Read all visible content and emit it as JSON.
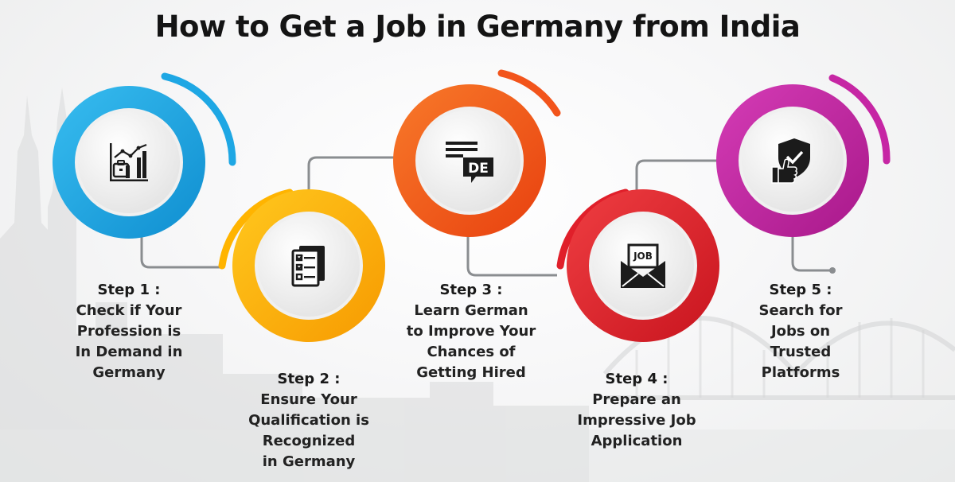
{
  "title": "How to Get a Job in Germany from India",
  "colors": {
    "step1": "#1ea7e4",
    "step2": "#ffb400",
    "step3": "#f2541b",
    "step4": "#e01f2a",
    "step5": "#c626a4",
    "connector": "#8a8d90",
    "icon": "#1b1b1b"
  },
  "steps": [
    {
      "label": "Step 1 :",
      "description": "Check if Your\nProfession is\nIn Demand in\nGermany",
      "icon": "chart-briefcase-icon"
    },
    {
      "label": "Step 2 :",
      "description": "Ensure Your\nQualification is\nRecognized\nin Germany",
      "icon": "checklist-document-icon"
    },
    {
      "label": "Step 3 :",
      "description": "Learn German\nto Improve Your\nChances of\nGetting Hired",
      "icon": "language-chat-icon"
    },
    {
      "label": "Step 4 :",
      "description": "Prepare an\nImpressive Job\nApplication",
      "icon": "job-envelope-icon"
    },
    {
      "label": "Step 5 :",
      "description": "Search for\nJobs on\nTrusted\nPlatforms",
      "icon": "shield-thumbs-up-icon"
    }
  ],
  "icon_text": {
    "step3": "DE",
    "step4": "JOB"
  }
}
